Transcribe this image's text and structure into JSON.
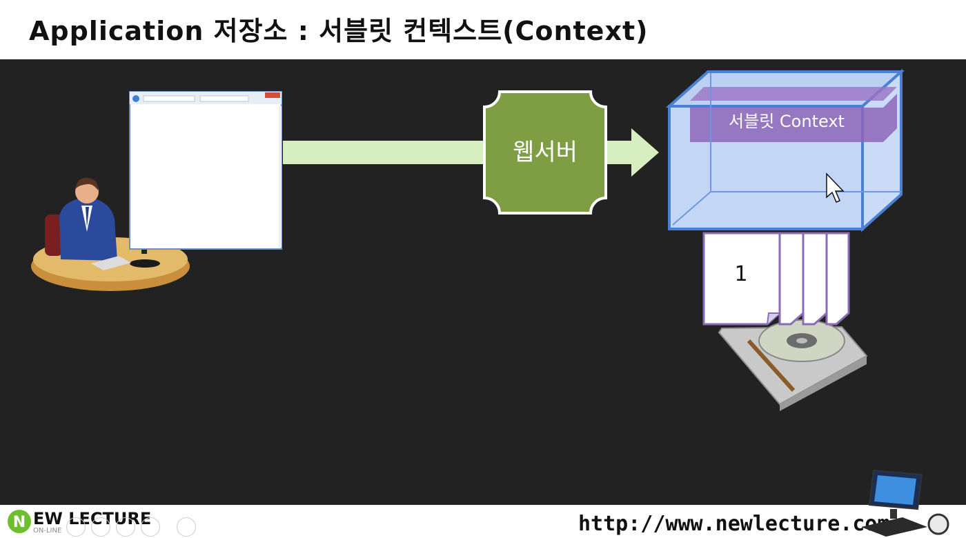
{
  "header": {
    "title": "Application 저장소 : 서블릿 컨텍스트(Context)"
  },
  "diagram": {
    "webserver_label": "웹서버",
    "context_label": "서블릿 Context",
    "page_number": "1"
  },
  "footer": {
    "logo_main": "EW LECTURE",
    "logo_letter": "N",
    "logo_sub": "ON-LINE",
    "url": "http://www.newlecture.com"
  },
  "colors": {
    "stage_bg": "#222222",
    "arrow": "#d7efc0",
    "webserver": "#7f9e43",
    "context_box": "#5b8ee0",
    "context_band": "#7a4fa0"
  }
}
